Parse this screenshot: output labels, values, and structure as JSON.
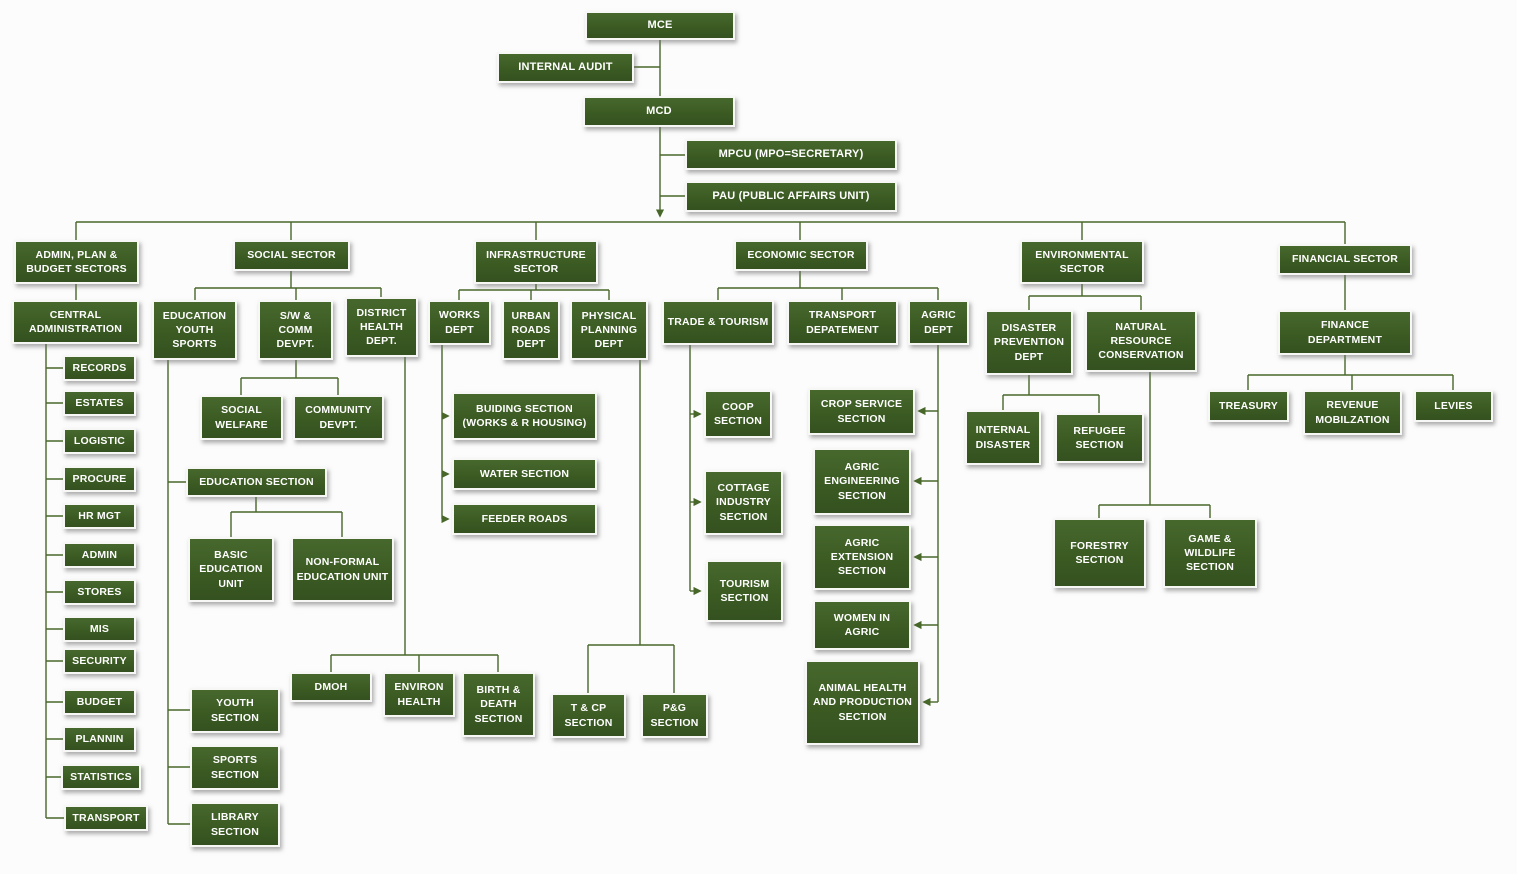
{
  "colors": {
    "box_fill": "#3b5b23",
    "box_border": "#f7f7f5",
    "connector_line": "#48682a",
    "text": "#ffffff",
    "background": "#fcfcfc"
  },
  "nodes": {
    "mce": {
      "label": "MCE"
    },
    "internal_audit": {
      "label": "INTERNAL AUDIT"
    },
    "mcd": {
      "label": "MCD"
    },
    "mpcu": {
      "label": "MPCU (MPO=SECRETARY)"
    },
    "pau": {
      "label": "PAU (PUBLIC AFFAIRS UNIT)"
    },
    "admin_plan_budget": {
      "label": "ADMIN, PLAN & BUDGET SECTORS"
    },
    "social_sector": {
      "label": "SOCIAL SECTOR"
    },
    "infrastructure_sector": {
      "label": "INFRASTRUCTURE SECTOR"
    },
    "economic_sector": {
      "label": "ECONOMIC SECTOR"
    },
    "environmental_sector": {
      "label": "ENVIRONMENTAL SECTOR"
    },
    "financial_sector": {
      "label": "FINANCIAL SECTOR"
    },
    "central_administration": {
      "label": "CENTRAL ADMINISTRATION"
    },
    "records": {
      "label": "RECORDS"
    },
    "estates": {
      "label": "ESTATES"
    },
    "logistic": {
      "label": "LOGISTIC"
    },
    "procure": {
      "label": "PROCURE"
    },
    "hr_mgt": {
      "label": "HR MGT"
    },
    "admin": {
      "label": "ADMIN"
    },
    "stores": {
      "label": "STORES"
    },
    "mis": {
      "label": "MIS"
    },
    "security": {
      "label": "SECURITY"
    },
    "budget": {
      "label": "BUDGET"
    },
    "plannin": {
      "label": "PLANNIN"
    },
    "statistics": {
      "label": "STATISTICS"
    },
    "transport": {
      "label": "TRANSPORT"
    },
    "education_youth_sports": {
      "label": "EDUCATION YOUTH SPORTS"
    },
    "sw_comm_devpt": {
      "label": "S/W & COMM DEVPT."
    },
    "district_health_dept": {
      "label": "DISTRICT HEALTH DEPT."
    },
    "social_welfare": {
      "label": "SOCIAL WELFARE"
    },
    "community_devpt": {
      "label": "COMMUNITY DEVPT."
    },
    "education_section": {
      "label": "EDUCATION SECTION"
    },
    "basic_education_unit": {
      "label": "BASIC EDUCATION UNIT"
    },
    "non_formal_education_unit": {
      "label": "NON-FORMAL EDUCATION UNIT"
    },
    "youth_section": {
      "label": "YOUTH SECTION"
    },
    "sports_section": {
      "label": "SPORTS SECTION"
    },
    "library_section": {
      "label": "LIBRARY SECTION"
    },
    "dmoh": {
      "label": "DMOH"
    },
    "environ_health": {
      "label": "ENVIRON HEALTH"
    },
    "birth_death_section": {
      "label": "BIRTH & DEATH SECTION"
    },
    "works_dept": {
      "label": "WORKS DEPT"
    },
    "urban_roads_dept": {
      "label": "URBAN ROADS DEPT"
    },
    "physical_planning_dept": {
      "label": "PHYSICAL PLANNING DEPT"
    },
    "building_section": {
      "label": "BUIDING SECTION (WORKS & R HOUSING)"
    },
    "water_section": {
      "label": "WATER SECTION"
    },
    "feeder_roads": {
      "label": "FEEDER ROADS"
    },
    "tcp_section": {
      "label": "T & CP SECTION"
    },
    "pg_section": {
      "label": "P&G SECTION"
    },
    "trade_tourism": {
      "label": "TRADE & TOURISM"
    },
    "transport_depatement": {
      "label": "TRANSPORT DEPATEMENT"
    },
    "agric_dept": {
      "label": "AGRIC DEPT"
    },
    "coop_section": {
      "label": "COOP SECTION"
    },
    "cottage_industry_section": {
      "label": "COTTAGE INDUSTRY SECTION"
    },
    "tourism_section": {
      "label": "TOURISM SECTION"
    },
    "crop_service_section": {
      "label": "CROP SERVICE SECTION"
    },
    "agric_engineering_section": {
      "label": "AGRIC ENGINEERING SECTION"
    },
    "agric_extension_section": {
      "label": "AGRIC EXTENSION SECTION"
    },
    "women_in_agric": {
      "label": "WOMEN IN AGRIC"
    },
    "animal_health_section": {
      "label": "ANIMAL HEALTH AND PRODUCTION SECTION"
    },
    "disaster_prevention_dept": {
      "label": "DISASTER PREVENTION DEPT"
    },
    "natural_resource_conservation": {
      "label": "NATURAL RESOURCE CONSERVATION"
    },
    "internal_disaster": {
      "label": "INTERNAL DISASTER"
    },
    "refugee_section": {
      "label": "REFUGEE SECTION"
    },
    "forestry_section": {
      "label": "FORESTRY SECTION"
    },
    "game_wildlife_section": {
      "label": "GAME & WILDLIFE SECTION"
    },
    "finance_department": {
      "label": "FINANCE DEPARTMENT"
    },
    "treasury": {
      "label": "TREASURY"
    },
    "revenue_mobilzation": {
      "label": "REVENUE MOBILZATION"
    },
    "levies": {
      "label": "LEVIES"
    }
  }
}
